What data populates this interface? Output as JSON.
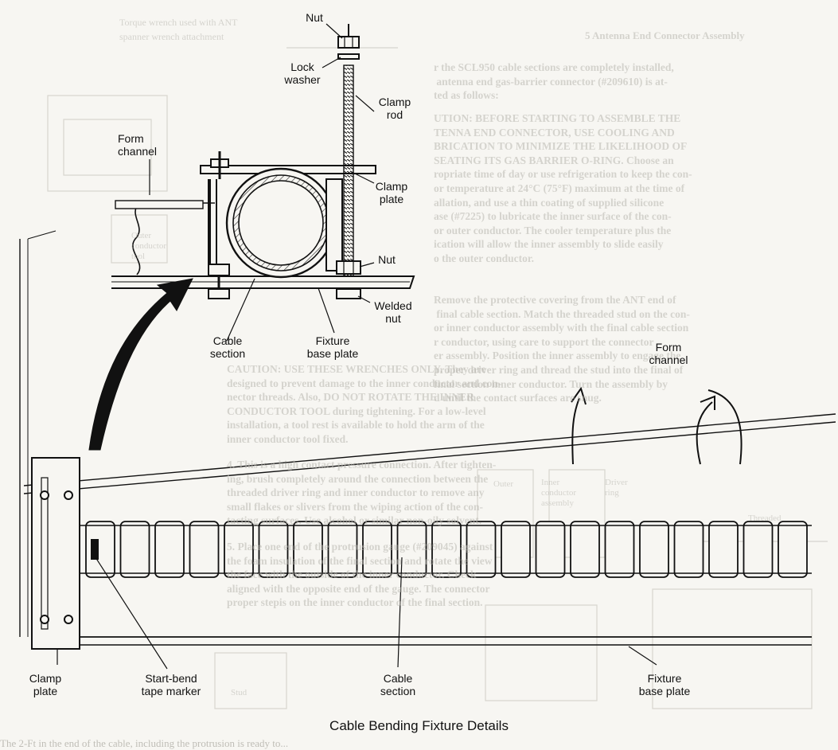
{
  "caption": "Cable Bending Fixture Details",
  "labels": {
    "nut_top": "Nut",
    "lock_washer": "Lock\nwasher",
    "clamp_rod": "Clamp\nrod",
    "form_channel_top": "Form\nchannel",
    "clamp_plate_top": "Clamp\nplate",
    "nut_mid": "Nut",
    "welded_nut": "Welded\nnut",
    "cable_section_top": "Cable\nsection",
    "fixture_base_plate_top": "Fixture\nbase plate",
    "form_channel_right": "Form\nchannel",
    "clamp_plate_bottom": "Clamp\nplate",
    "start_bend_tape_marker": "Start-bend\ntape marker",
    "cable_section_bottom": "Cable\nsection",
    "fixture_base_plate_bottom": "Fixture\nbase plate"
  },
  "background_text": {
    "heading": "5 Antenna End Connector Assembly",
    "para1": "r the SCL950 cable sections are completely installed,\n antenna end gas-barrier connector (#209610) is at-\nted as follows:",
    "caution": "UTION: BEFORE STARTING TO ASSEMBLE THE\nTENNA END CONNECTOR, USE COOLING AND\nBRICATION TO MINIMIZE THE LIKELIHOOD OF\nSEATING ITS GAS BARRIER O-RING. Choose an\nropriate time of day or use refrigeration to keep the con-\nor temperature at 24°C (75°F) maximum at the time of\nallation, and use a thin coating of supplied silicone\nase (#7225) to lubricate the inner surface of the con-\nor outer conductor. The cooler temperature plus the\nication will allow the inner assembly to slide easily\no the outer conductor.",
    "para2": "Remove the protective covering from the ANT end of\n final cable section. Match the threaded stud on the con-\nor inner conductor assembly with the final cable section\nr conductor, using care to support the connector\ner assembly. Position the inner assembly to engage the\nproper driver ring and thread the stud into the final of\nfinal section inner conductor. Turn the assembly by\nd until the contact surfaces are snug.",
    "caution2": "CAUTION: USE THESE WRENCHES ONLY. They are\ndesigned to prevent damage to the inner conductor and con-\nnector threads. Also, DO NOT ROTATE THE INNER\nCONDUCTOR TOOL during tightening. For a low-level\ninstallation, a tool rest is available to hold the arm of the\ninner conductor tool fixed.",
    "para4": "4. This is a high contact pressure connection. After tighten-\ning, brush completely around the connection between the\nthreaded driver ring and inner conductor to remove any\nsmall flakes or slivers from the wiping action of the con-\ntacting surfaces. Use alcohol or similar non-oily solvent.",
    "para5": "5. Place one end of the protrusion gauge (#209045) against\nthe foam insulation of the final section and rotate the view\nthe face with the outside of the inner conductor. Check\naligned with the opposite end of the gauge. The connector\nproper stepis on the inner conductor of the final section.",
    "torque_note": "Torque wrench used with ANT\nspanner wrench attachment",
    "outer_tool": "Outer\nconductor\ntool",
    "inner_conductor_assembly": "Inner\nconductor\nassembly",
    "driver_ring": "Driver\nring",
    "stud": "Stud",
    "outer_ring": "Outer",
    "threaded": "Threaded",
    "bottom_line": "The 2-Ft in the end of the cable, including the protrusion is ready to..."
  },
  "colors": {
    "ink": "#111111",
    "paper": "#f7f6f2",
    "ghost": "#b9b7b0"
  }
}
